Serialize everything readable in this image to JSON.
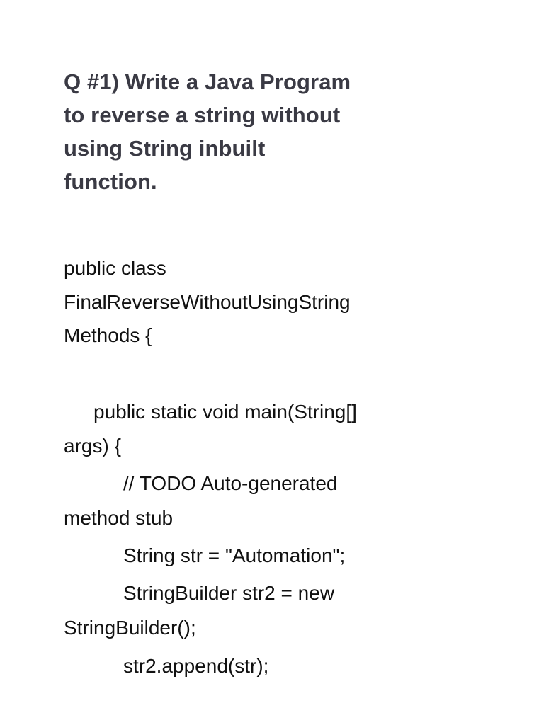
{
  "question": {
    "lines": [
      "Q #1) Write a Java Program",
      "to reverse a string without",
      "using String inbuilt",
      "function."
    ]
  },
  "code": {
    "lines": [
      "public class",
      "FinalReverseWithoutUsingString",
      "Methods {",
      "public static void main(String[]",
      "args) {",
      "// TODO Auto-generated",
      "method stub",
      "String str = \"Automation\";",
      "StringBuilder str2 = new",
      "StringBuilder();",
      "str2.append(str);"
    ]
  }
}
